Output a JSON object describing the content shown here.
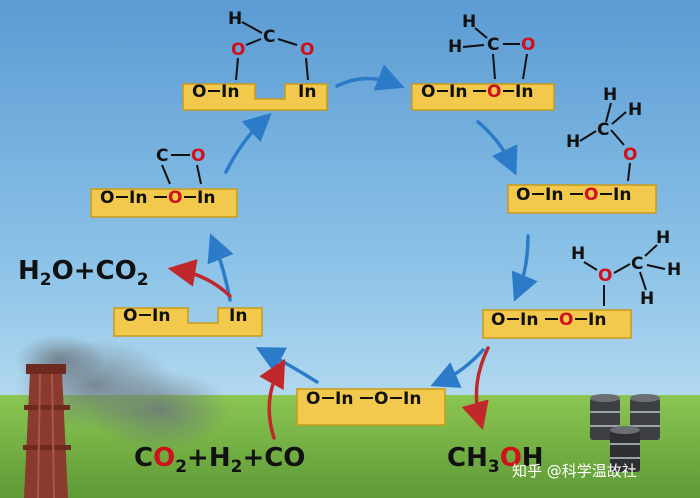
{
  "colors": {
    "sky_top": "#5d9fd6",
    "sky_bottom": "#bfe0f2",
    "grass": "#7fc04a",
    "surface": "#f2c94c",
    "surface_edge": "#c99a1a",
    "oxygen": "#d0101a",
    "arrow_blue": "#2b7bc8",
    "arrow_red": "#c0282c"
  },
  "surface_labels": {
    "s1": [
      "O",
      "In",
      "In"
    ],
    "s2": [
      "O",
      "In",
      "O",
      "In"
    ],
    "s3": [
      "O",
      "In",
      "O",
      "In"
    ],
    "s4": [
      "O",
      "In",
      "O",
      "In"
    ],
    "s5": [
      "O",
      "In",
      "O",
      "In"
    ],
    "s6": [
      "O",
      "In",
      "In"
    ],
    "s7": [
      "O",
      "In",
      "O",
      "In"
    ]
  },
  "atoms": {
    "h": "H",
    "c": "C",
    "o": "O"
  },
  "equations": {
    "inputs": {
      "pre": "C",
      "red": "O",
      "mid": "2+H",
      "sub": "2",
      "post": "+CO"
    },
    "water": {
      "pre": "H",
      "sub1": "2",
      "mid": "O+CO",
      "sub2": "2"
    },
    "methanol": {
      "pre": "CH",
      "sub": "3",
      "red": "O",
      "post": "H"
    }
  },
  "watermark": "知乎 @科学温故社",
  "icons": [
    "smokestack-icon",
    "oil-barrels-icon"
  ]
}
